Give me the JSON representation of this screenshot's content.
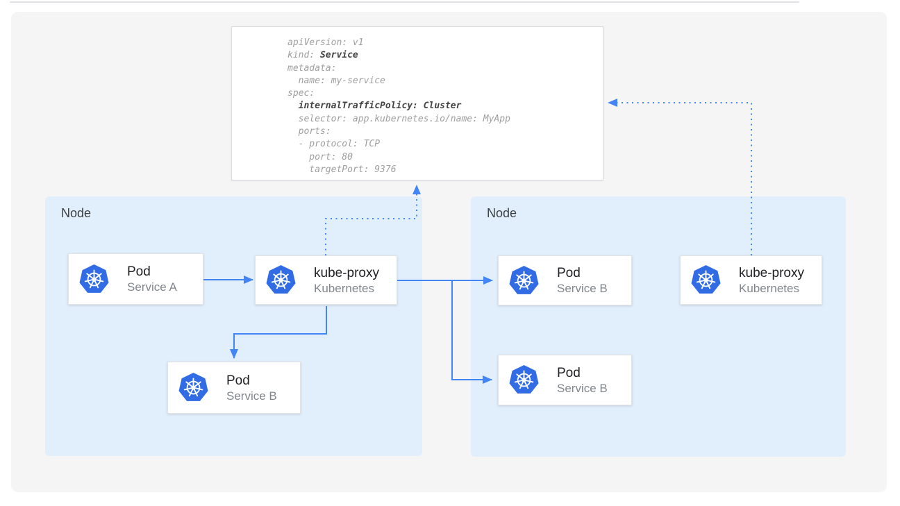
{
  "colors": {
    "accent_blue": "#4285f4",
    "kubernetes_blue": "#326ce5",
    "node_fill": "#e1eefb",
    "canvas_fill": "#f5f5f6",
    "code_regular": "#9e9e9e",
    "code_bold": "#424242"
  },
  "yaml_panel": {
    "lines": [
      [
        {
          "t": "apiVersion: v1"
        }
      ],
      [
        {
          "t": "kind: "
        },
        {
          "t": "Service",
          "b": true
        }
      ],
      [
        {
          "t": "metadata:"
        }
      ],
      [
        {
          "t": "  name: my-service"
        }
      ],
      [
        {
          "t": "spec:"
        }
      ],
      [
        {
          "t": "  "
        },
        {
          "t": "internalTrafficPolicy: Cluster",
          "b": true
        }
      ],
      [
        {
          "t": "  selector: app.kubernetes.io/name: MyApp"
        }
      ],
      [
        {
          "t": "  ports:"
        }
      ],
      [
        {
          "t": "  - protocol: TCP"
        }
      ],
      [
        {
          "t": "    port: 80"
        }
      ],
      [
        {
          "t": "    targetPort: 9376"
        }
      ]
    ]
  },
  "nodes": {
    "left": {
      "label": "Node"
    },
    "right": {
      "label": "Node"
    }
  },
  "cards": {
    "pod_service_a": {
      "title": "Pod",
      "subtitle": "Service A"
    },
    "kube_proxy_left": {
      "title": "kube-proxy",
      "subtitle": "Kubernetes"
    },
    "pod_service_b_left": {
      "title": "Pod",
      "subtitle": "Service B"
    },
    "pod_service_b_top": {
      "title": "Pod",
      "subtitle": "Service B"
    },
    "pod_service_b_bottom": {
      "title": "Pod",
      "subtitle": "Service B"
    },
    "kube_proxy_right": {
      "title": "kube-proxy",
      "subtitle": "Kubernetes"
    }
  }
}
